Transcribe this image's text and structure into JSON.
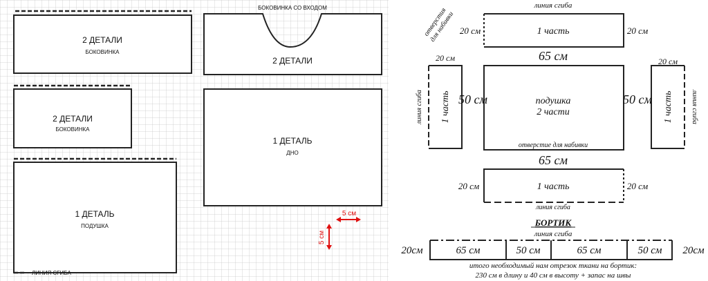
{
  "left_pattern": {
    "side_top": {
      "count": "2 ДЕТАЛИ",
      "name": "БОКОВИНКА"
    },
    "side_entry": {
      "title": "БОКОВИНКА СО ВХОДОМ",
      "count": "2 ДЕТАЛИ"
    },
    "side_small": {
      "count": "2 ДЕТАЛИ",
      "name": "БОКОВИНКА"
    },
    "bottom": {
      "count": "1 ДЕТАЛЬ",
      "name": "ДНО"
    },
    "pillow": {
      "count": "1 ДЕТАЛЬ",
      "name": "ПОДУШКА"
    },
    "scale_h": "5 см",
    "scale_v": "5 см",
    "legend": "ЛИНИЯ СГИБА",
    "accent_color": "#e01010"
  },
  "right_pattern": {
    "fold_line": "линия сгиба",
    "stuffing_hole_note": [
      "отверстия",
      "для набивки"
    ],
    "stuffing_hole": "отверстие для набивки",
    "part": "1 часть",
    "w20": "20 см",
    "w65": "65 см",
    "h50": "50 см",
    "pillow_name": "подушка",
    "pillow_count": "2 части",
    "border_title": "БОРТИК",
    "border_segments": [
      "65 см",
      "50 см",
      "65 см",
      "50 см"
    ],
    "border_height": "20см",
    "note_line1": "итого необходимый нам отрезок ткани на бортик:",
    "note_line2": "230 см в длину и 40 см в высоту + запас на швы"
  }
}
